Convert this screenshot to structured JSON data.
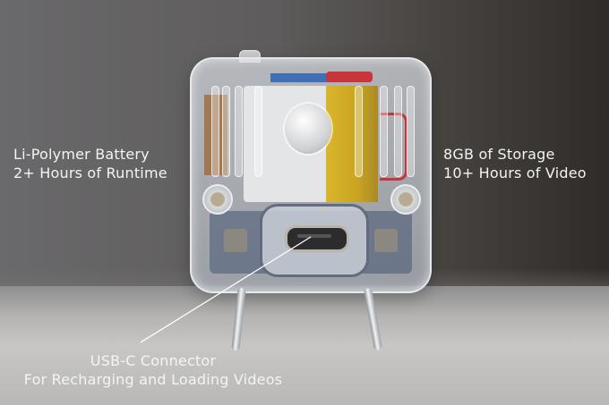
{
  "image": {
    "subject": "transparent mini TV-shaped device with USB-C port",
    "colors": {
      "background_left": "#6a696b",
      "background_right": "#2f2b28",
      "floor": "#c7c6c5",
      "label_text": "#f4f4f4",
      "pointer_line": "#ffffff"
    }
  },
  "annotations": {
    "battery": {
      "line1": "Li-Polymer Battery",
      "line2": "2+ Hours of Runtime"
    },
    "storage": {
      "line1": "8GB of Storage",
      "line2": "10+ Hours of Video"
    },
    "usb": {
      "line1": "USB-C Connector",
      "line2": "For Recharging and Loading Videos"
    }
  }
}
